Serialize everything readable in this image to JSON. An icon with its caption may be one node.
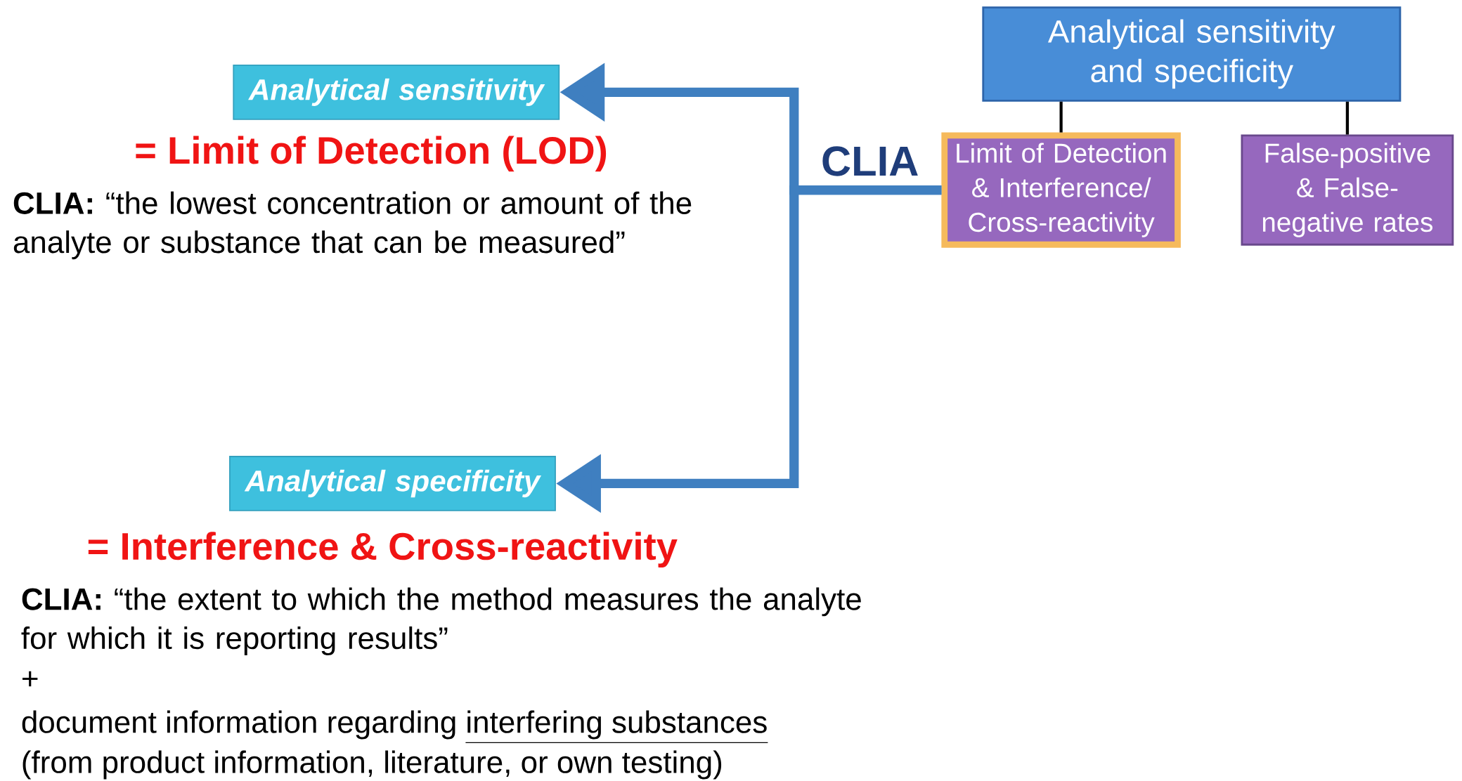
{
  "diagram": {
    "nodes": [
      {
        "text": [
          "Analytical sensitivity and specificity"
        ]
      },
      {
        "text": [
          "Limit of Detection & Interference/ Cross-reactivity"
        ]
      },
      {
        "text": [
          "False-positive & False-negative rates"
        ]
      },
      {
        "text": [
          "Analytical sensitivity"
        ]
      },
      {
        "text": [
          "Analytical specificity"
        ]
      }
    ],
    "edges": [
      {
        "from": 0,
        "to": 1,
        "arrow": "none"
      },
      {
        "from": 0,
        "to": 2,
        "arrow": "none"
      },
      {
        "from": 1,
        "to": 3,
        "arrow": "to",
        "label": "CLIA",
        "style": "thick",
        "color": "#3f7fc0"
      },
      {
        "from": 1,
        "to": 4,
        "arrow": "to",
        "style": "thick",
        "color": "#3f7fc0"
      }
    ],
    "labels": [
      "= Limit of Detection (LOD)",
      "**CLIA:** “the lowest concentration or amount of the analyte or substance that can be measured”",
      "= Interference & Cross-reactivity",
      "**CLIA:** “the extent to which the method measures the analyte for which it is reporting results”",
      "+",
      "document information regarding",
      "interfering substances",
      "(from product information, literature, or own testing)"
    ]
  }
}
